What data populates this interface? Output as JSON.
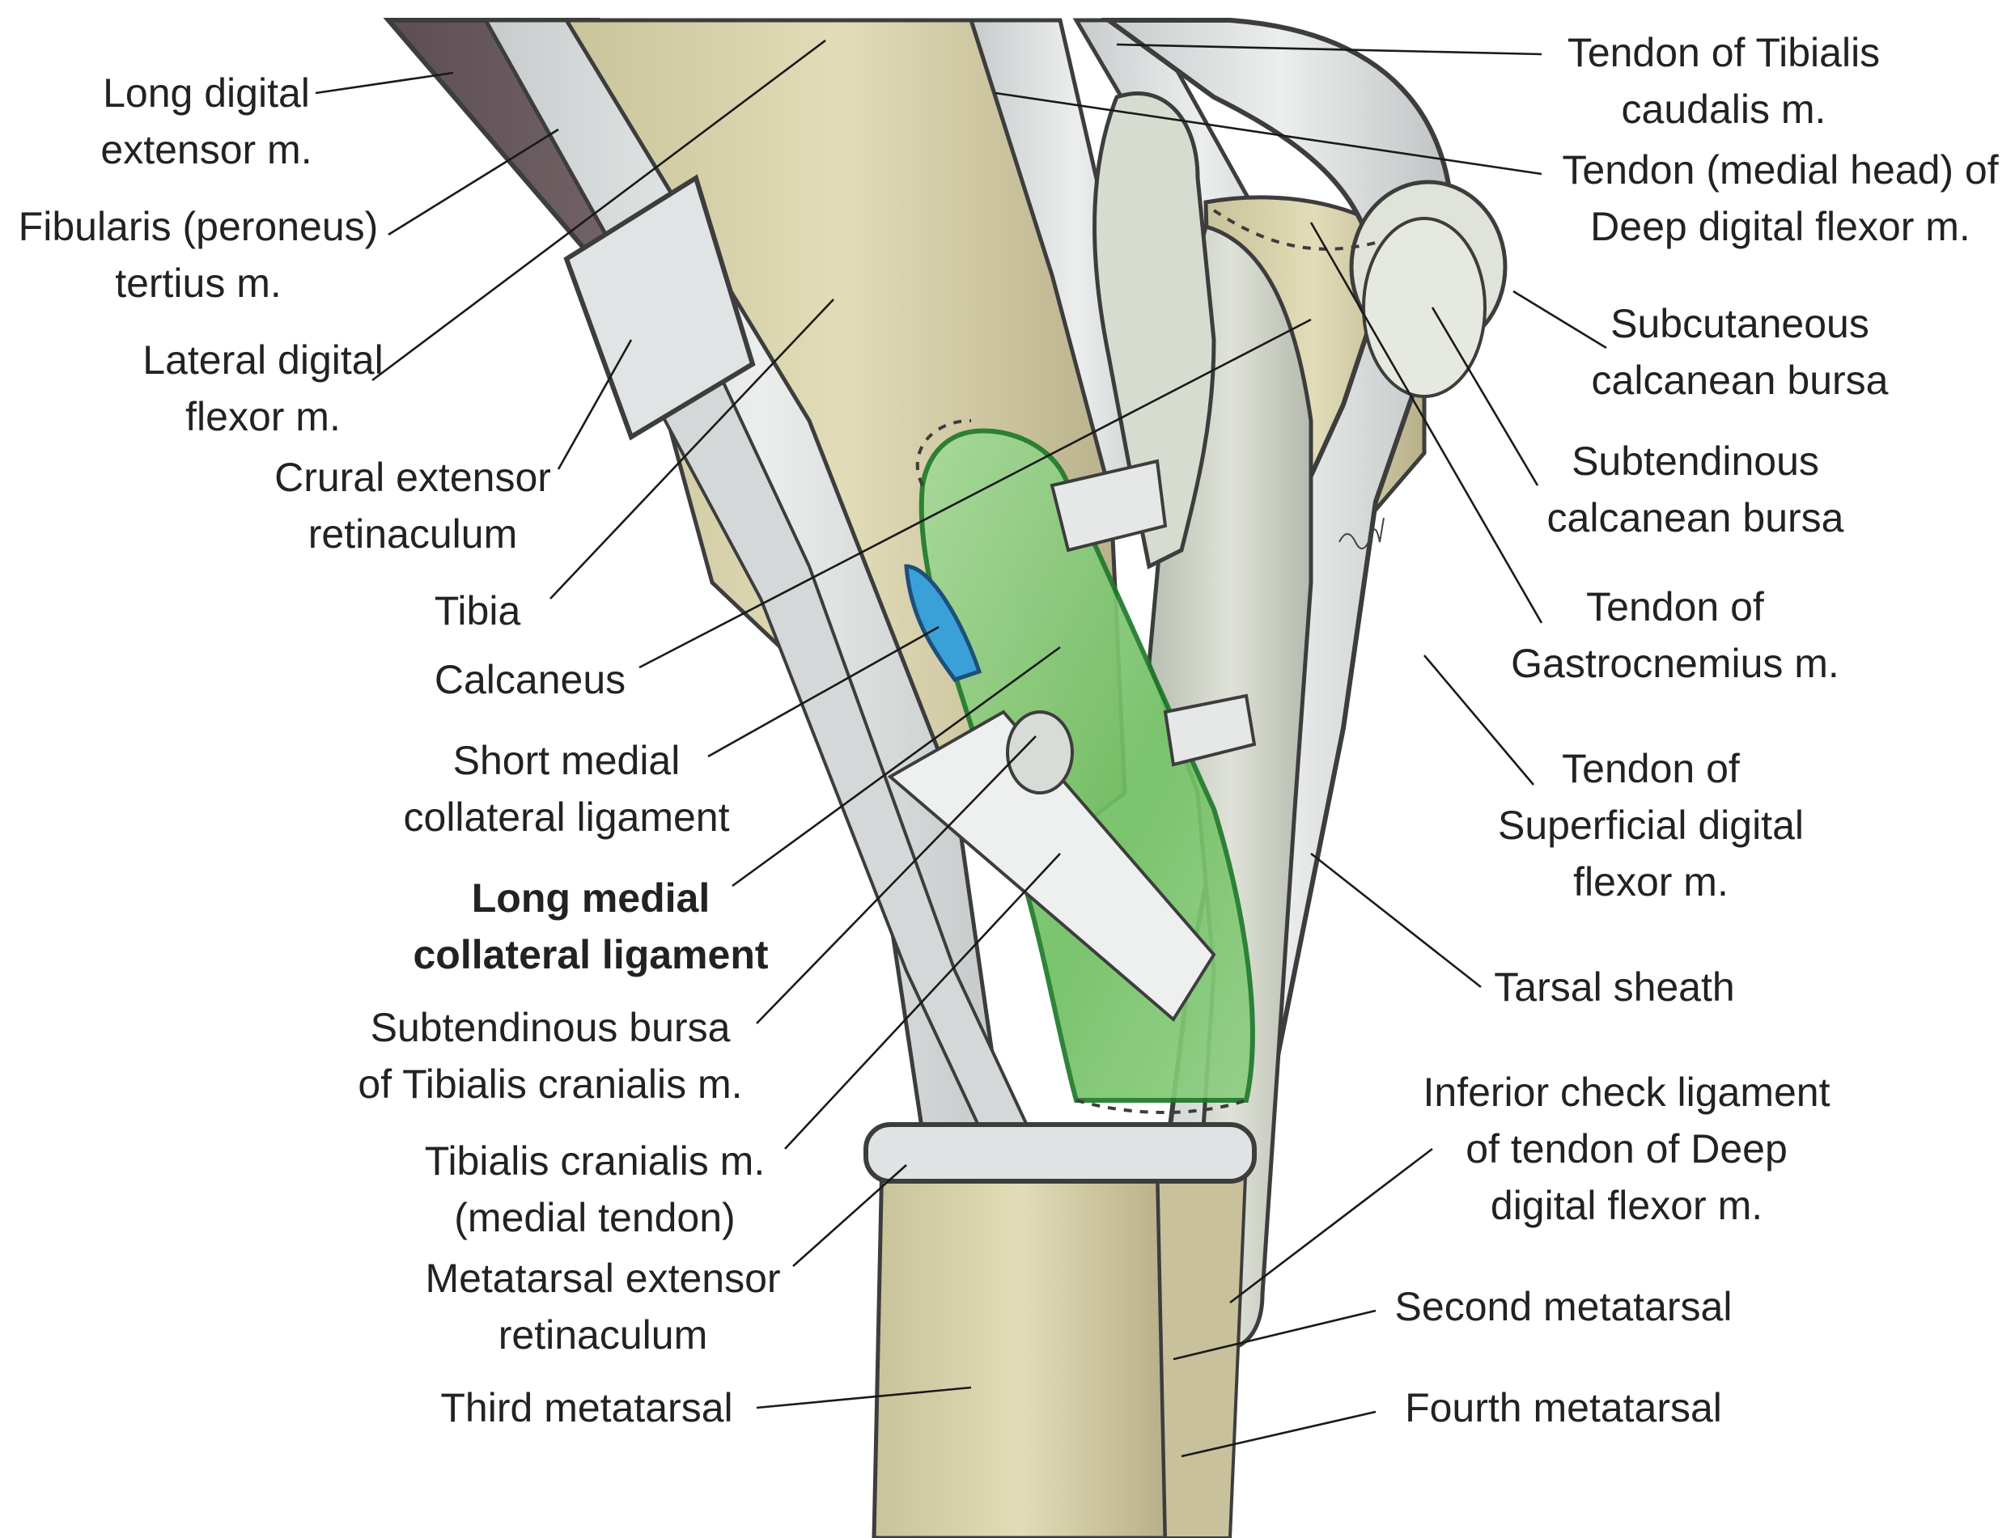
{
  "labels": {
    "long_digital_extensor": [
      "Long digital",
      "extensor m."
    ],
    "fibularis_tertius": [
      "Fibularis (peroneus)",
      "tertius m."
    ],
    "lateral_digital_flexor": [
      "Lateral digital",
      "flexor m."
    ],
    "crural_extensor_retinaculum": [
      "Crural extensor",
      "retinaculum"
    ],
    "tibia": [
      "Tibia"
    ],
    "calcaneus": [
      "Calcaneus"
    ],
    "short_medial_collateral": [
      "Short medial",
      "collateral ligament"
    ],
    "long_medial_collateral": [
      "Long medial",
      "collateral ligament"
    ],
    "subtendinous_bursa_tibialis": [
      "Subtendinous bursa",
      "of Tibialis cranialis m."
    ],
    "tibialis_cranialis_medial_tendon": [
      "Tibialis cranialis m.",
      "(medial tendon)"
    ],
    "metatarsal_extensor_retinaculum": [
      "Metatarsal extensor",
      "retinaculum"
    ],
    "third_metatarsal": [
      "Third metatarsal"
    ],
    "tendon_tibialis_caudalis": [
      "Tendon of Tibialis",
      "caudalis m."
    ],
    "tendon_ddf_medial_head": [
      "Tendon (medial head) of",
      "Deep digital flexor m."
    ],
    "subcutaneous_calcanean_bursa": [
      "Subcutaneous",
      "calcanean bursa"
    ],
    "subtendinous_calcanean_bursa": [
      "Subtendinous",
      "calcanean bursa"
    ],
    "tendon_gastrocnemius": [
      "Tendon of",
      "Gastrocnemius m."
    ],
    "tendon_sdf": [
      "Tendon of",
      "Superficial digital",
      "flexor m."
    ],
    "tarsal_sheath": [
      "Tarsal sheath"
    ],
    "inferior_check_ligament": [
      "Inferior check ligament",
      "of tendon of Deep",
      "digital flexor m."
    ],
    "second_metatarsal": [
      "Second metatarsal"
    ],
    "fourth_metatarsal": [
      "Fourth metatarsal"
    ]
  },
  "colors": {
    "highlight_ligament": "#7cc46a",
    "highlight_ligament_edge": "#1f7a2a",
    "bursa": "#3aa0d8",
    "muscle": "#6e5f63",
    "bone": "#d8d2a8",
    "tendon": "#d9dcdc"
  }
}
